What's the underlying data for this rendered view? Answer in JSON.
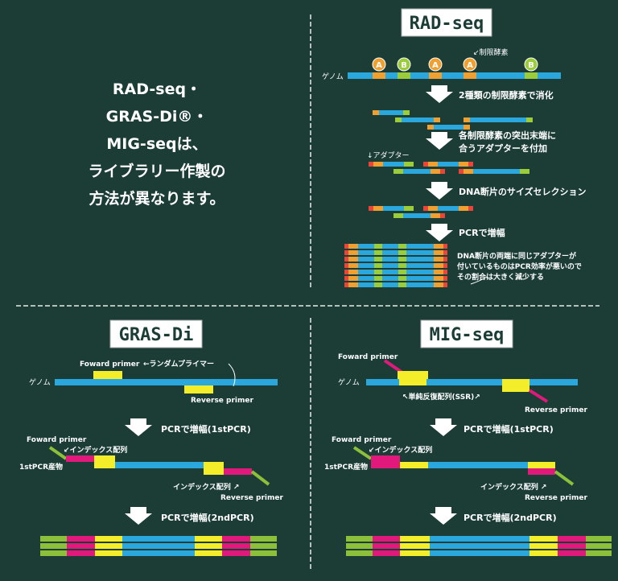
{
  "intro": {
    "lines": [
      "RAD-seq・",
      "GRAS-Di®・",
      "MIG-seqは、",
      "ライブラリー作製の",
      "方法が異なります。"
    ]
  },
  "rad": {
    "title": "RAD-seq",
    "enzyme_label": "↙制限酵素",
    "genome_label": "ゲノム",
    "badge_a": "A",
    "badge_b": "B",
    "adapter_label": "↓アダプター",
    "steps": [
      "2種類の制限酵素で消化",
      "各制限酵素の突出末端に",
      "合うアダプターを付加",
      "DNA断片のサイズセレクション",
      "PCRで増幅"
    ],
    "note": [
      "DNA断片の両端に同じアダプターが",
      "付いているものはPCR効率が悪いので",
      "その割合は大きく減少する"
    ]
  },
  "gras": {
    "title": "GRAS-Di",
    "forward_primer": "Foward primer",
    "random_primer": "←ランダムプライマー",
    "genome_label": "ゲノム",
    "reverse_primer": "Reverse primer",
    "pcr1": "PCRで増幅(1stPCR)",
    "forward_primer2": "Foward primer",
    "index_seq": "↙インデックス配列",
    "product": "1stPCR産物",
    "index_seq2": "インデックス配列 ↗",
    "reverse_primer2": "Reverse primer",
    "pcr2": "PCRで増幅(2ndPCR)"
  },
  "mig": {
    "title": "MIG-seq",
    "forward_primer": "Foward primer",
    "genome_label": "ゲノム",
    "ssr_label": "↖単純反復配列(SSR)↗",
    "reverse_primer": "Reverse primer",
    "pcr1": "PCRで増幅(1stPCR)",
    "forward_primer2": "Foward primer",
    "index_seq": "↙インデックス配列",
    "product": "1stPCR産物",
    "index_seq2": "インデックス配列 ↗",
    "reverse_primer2": "Reverse primer",
    "pcr2": "PCRで増幅(2ndPCR)"
  },
  "colors": {
    "board": "#1b3d36",
    "dna_blue": "#2aa8de",
    "enzyme_orange": "#f0a030",
    "adapter_green": "#9bcc3a",
    "adapter_red": "#e8463a",
    "primer_yellow": "#f4ee2a",
    "index_pink": "#e2197c",
    "primer_green": "#8cbf3a"
  }
}
